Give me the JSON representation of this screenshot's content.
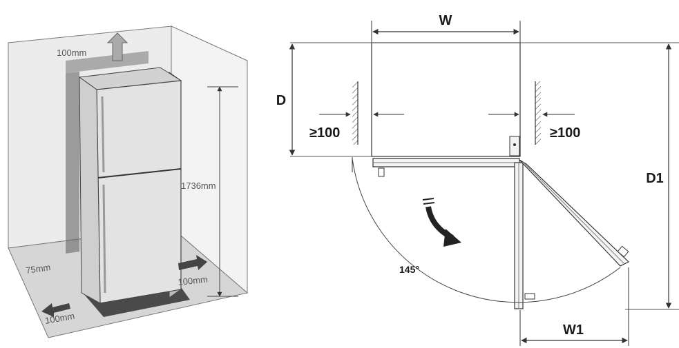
{
  "left_figure": {
    "top_clearance": "100mm",
    "height": "1736mm",
    "left_clearance": "75mm",
    "right_clearance": "100mm",
    "front_clearance": "100mm"
  },
  "right_figure": {
    "width_label": "W",
    "depth_label": "D",
    "total_depth_label": "D1",
    "door_width_label": "W1",
    "left_gap": "≥100",
    "right_gap": "≥100",
    "angle": "145°"
  },
  "colors": {
    "line": "#3a3a3a",
    "fridge_face": "#e3e3e3",
    "fridge_side": "#bdbdbd",
    "shadow": "#555555",
    "floor": "#d0d0d0",
    "wall": "#ececec"
  }
}
